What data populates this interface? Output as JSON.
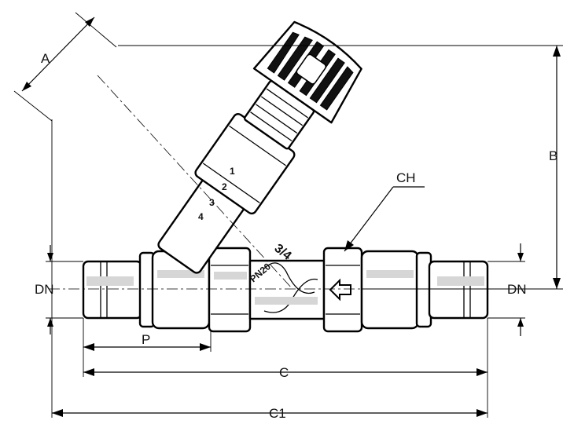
{
  "labels": {
    "a": "A",
    "b": "B",
    "ch": "CH",
    "dn_left": "DN",
    "dn_right": "DN",
    "p": "P",
    "c": "C",
    "c1": "C1"
  },
  "markings": {
    "size": "3/4",
    "pressure": "PN20",
    "scale_1": "1",
    "scale_2": "2",
    "scale_3": "3",
    "scale_4": "4"
  },
  "colors": {
    "line": "#000000",
    "background": "#ffffff"
  }
}
